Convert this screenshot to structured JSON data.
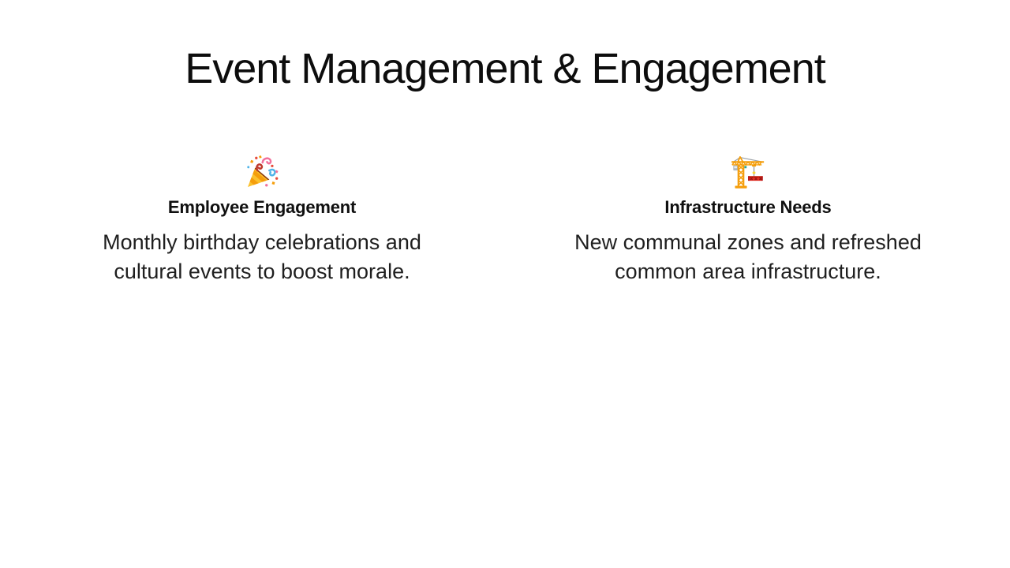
{
  "slide": {
    "title": "Event Management & Engagement",
    "columns": [
      {
        "icon": "party-popper-icon",
        "heading": "Employee Engagement",
        "body": "Monthly birthday celebrations and cultural events to boost morale."
      },
      {
        "icon": "construction-crane-icon",
        "heading": "Infrastructure Needs",
        "body": "New communal zones and refreshed common area infrastructure."
      }
    ]
  },
  "colors": {
    "background": "#ffffff",
    "title_text": "#0d0d0d",
    "heading_text": "#101010",
    "body_text": "#1f1f1f",
    "emoji_orange": "#f59e0b",
    "emoji_yellow": "#fbc12d",
    "emoji_red": "#e02b20",
    "emoji_pink": "#f2709b",
    "emoji_blue": "#4fb3e8",
    "emoji_gray": "#9aa0a6"
  }
}
